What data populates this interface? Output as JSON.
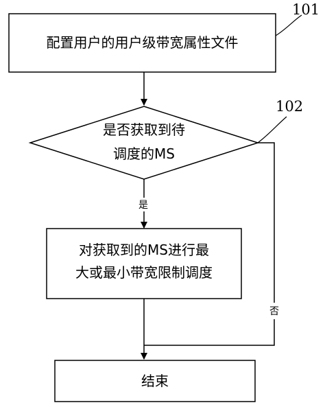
{
  "diagram": {
    "step1": {
      "ref": "101",
      "text": "配置用户的用户级带宽属性文件"
    },
    "decision": {
      "ref": "102",
      "line1": "是否获取到待",
      "line2": "调度的MS"
    },
    "yes_label": "是",
    "no_label": "否",
    "step2": {
      "line1": "对获取到的MS进行最",
      "line2": "大或最小带宽限制调度"
    },
    "end": {
      "text": "结束"
    }
  }
}
